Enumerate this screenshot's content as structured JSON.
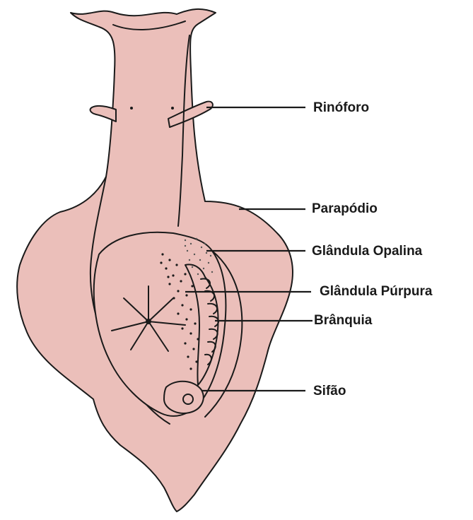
{
  "labels": {
    "rinoforo": "Rinóforo",
    "parapodio": "Parapódio",
    "glandula_opalina": "Glândula Opalina",
    "glandula_purpura": "Glândula Púrpura",
    "branquia": "Brânquia",
    "sifao": "Sifão"
  },
  "colors": {
    "body_fill": "#ebbfba",
    "outline": "#1a1a1a",
    "label_text": "#1a1a1a"
  }
}
